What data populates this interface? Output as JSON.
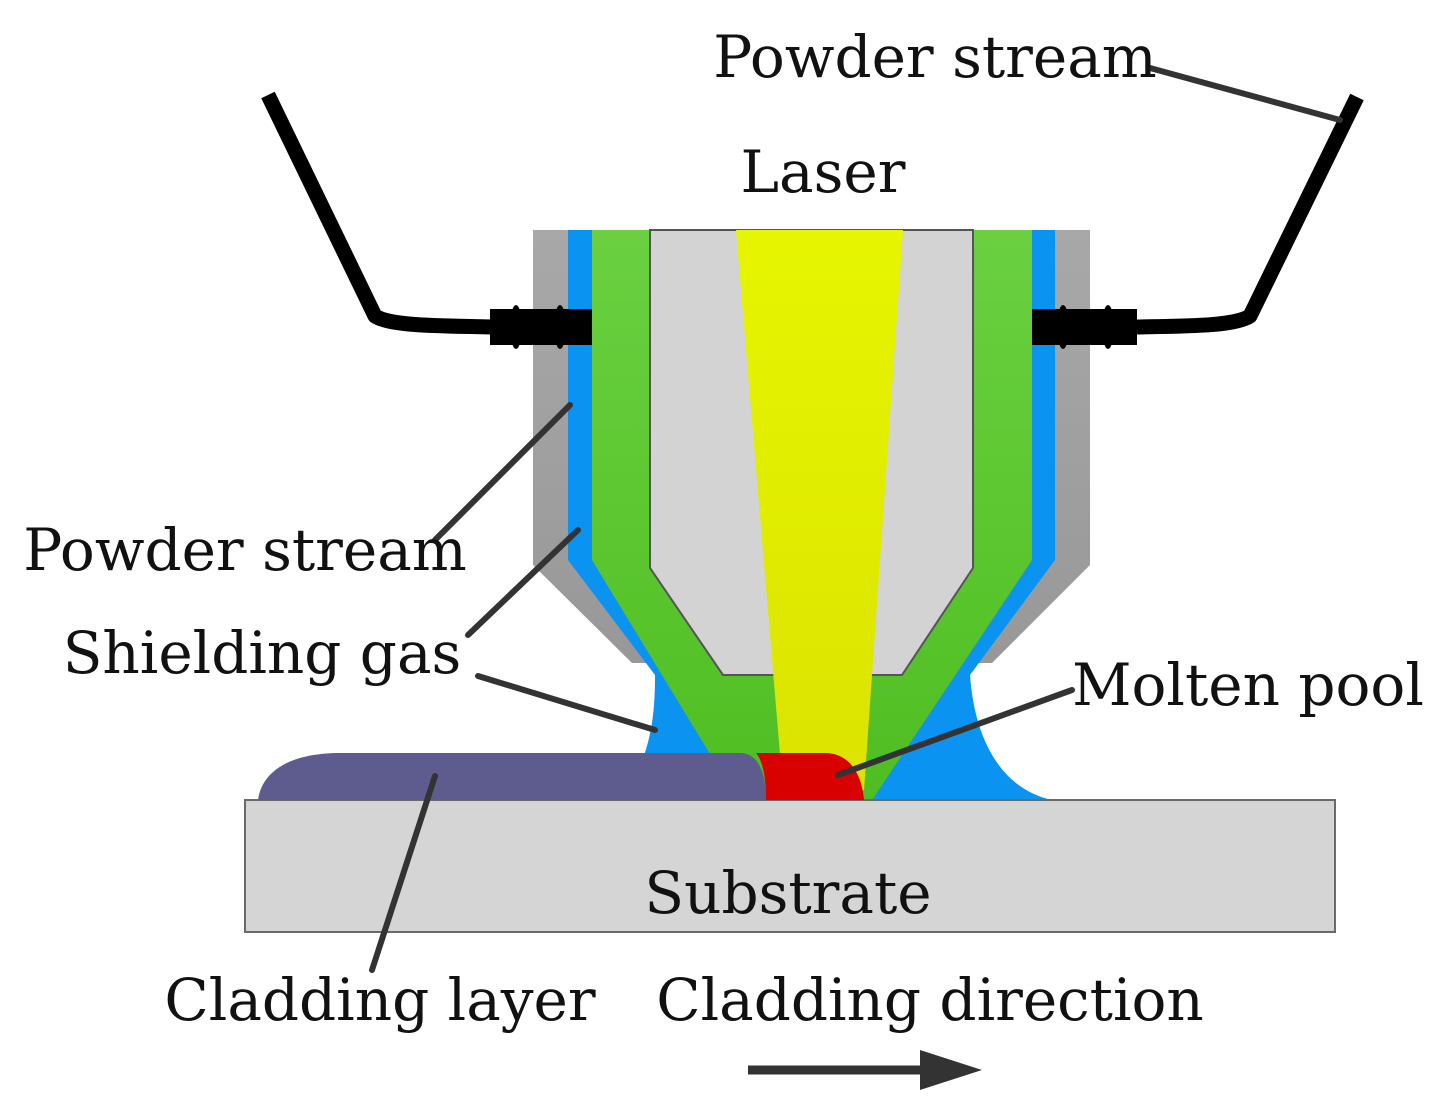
{
  "labels": {
    "powder_stream_top": "Powder stream",
    "laser": "Laser",
    "powder_stream_left": "Powder stream",
    "shielding_gas": "Shielding gas",
    "molten_pool": "Molten pool",
    "substrate": "Substrate",
    "cladding_layer": "Cladding layer",
    "cladding_direction": "Cladding direction"
  },
  "colors": {
    "nozzle_outer": "#a0a0a0",
    "shielding_gas": "#0b93f2",
    "powder_stream": "#5cc632",
    "nozzle_inner": "#d3d3d3",
    "laser": "#e3ee00",
    "molten_pool": "#d90000",
    "cladding_layer": "#5e5c8f",
    "substrate": "#d5d5d5",
    "pipe": "#000000",
    "leader_line": "#333333"
  }
}
